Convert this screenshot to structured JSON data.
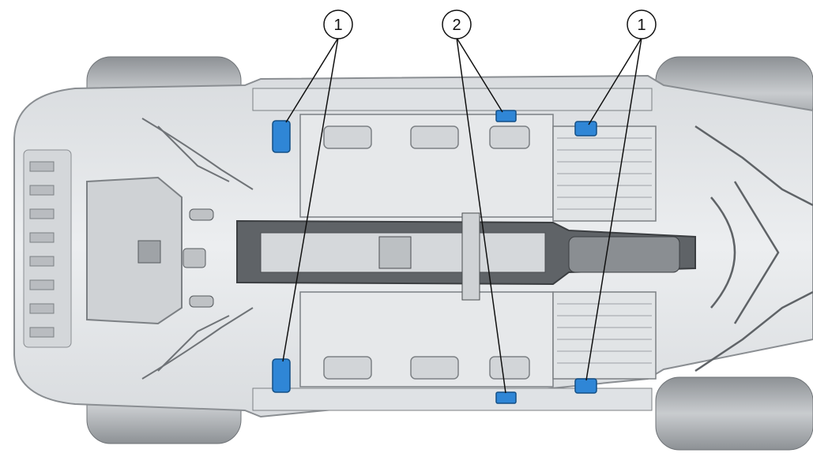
{
  "callouts": [
    {
      "label": "1"
    },
    {
      "label": "2"
    },
    {
      "label": "1"
    }
  ],
  "colors": {
    "body": "#e3e5e7",
    "panel": "#d2d5d8",
    "dark": "#5b5f63",
    "tire": "#a9adb1",
    "highlight": "#2f86d6"
  },
  "icons": {
    "jack_point": "blue-pad-icon"
  }
}
